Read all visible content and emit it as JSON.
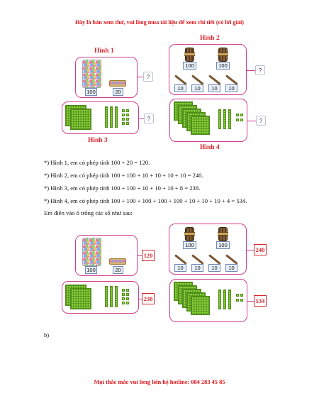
{
  "header_note": "Đây là bản xem thử, vui lòng mua tài liệu để xem chi tiết (có lời giải)",
  "figures": {
    "hinh1": {
      "title": "Hình 1",
      "labels": [
        "100",
        "20"
      ],
      "question": "?",
      "answer": "120"
    },
    "hinh2": {
      "title": "Hình 2",
      "labels_hundreds": [
        "100",
        "100"
      ],
      "labels_tens": [
        "10",
        "10",
        "10",
        "10"
      ],
      "question": "?",
      "answer": "240"
    },
    "hinh3": {
      "title": "Hình 3",
      "question": "?",
      "answer": "238"
    },
    "hinh4": {
      "title": "Hình 4",
      "question": "?",
      "answer": "534"
    }
  },
  "solution_lines": [
    "*) Hình 1, em có phép tính 100 + 20 = 120.",
    "*) Hình 2, em có phép tính 100 + 100 + 10 + 10 + 10 + 10 = 240.",
    "*) Hình 3, em có phép tính 100 + 100 + 10 + 10 + 10 + 8 = 238.",
    "*) Hình 4, em có phép tính 100 + 100 + 100 + 100 + 100 + 10 + 10 + 10 + 4 = 534."
  ],
  "fill_instruction": "Em điền vào ô trống các số như sau:",
  "part_b_label": "b)",
  "footer_note": "Mọi thắc mắc vui lòng liên hệ hotline: 084 283 45 85"
}
